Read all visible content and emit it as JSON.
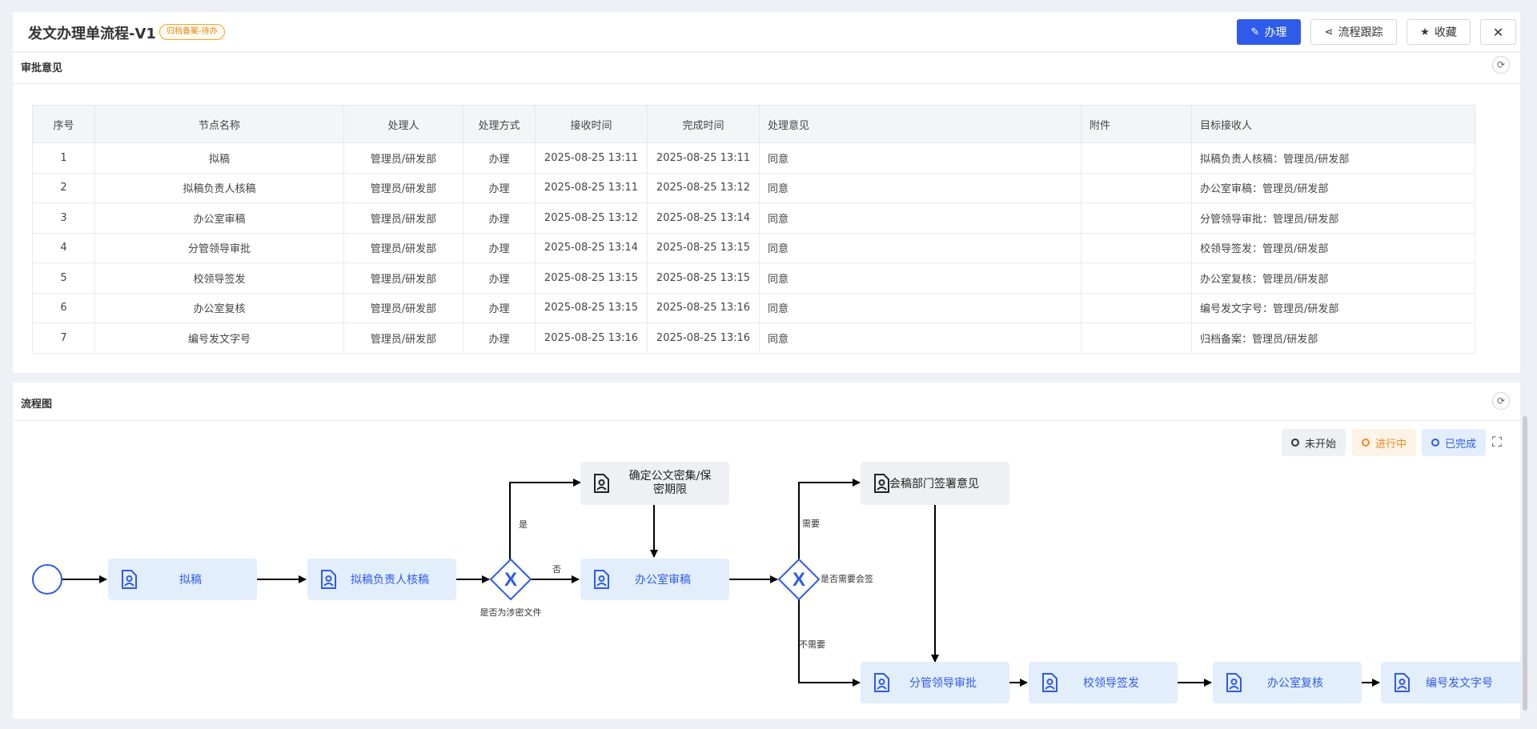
{
  "header": {
    "title": "发文办理单流程-V1",
    "badge": "归档备案-待办",
    "buttons": {
      "handle": "办理",
      "track": "流程跟踪",
      "favorite": "收藏",
      "close_icon": "close-icon"
    }
  },
  "approval": {
    "title": "审批意见",
    "columns": [
      "序号",
      "节点名称",
      "处理人",
      "处理方式",
      "接收时间",
      "完成时间",
      "处理意见",
      "附件",
      "目标接收人"
    ],
    "rows": [
      [
        "1",
        "拟稿",
        "管理员/研发部",
        "办理",
        "2025-08-25 13:11",
        "2025-08-25 13:11",
        "同意",
        "",
        "拟稿负责人核稿：管理员/研发部"
      ],
      [
        "2",
        "拟稿负责人核稿",
        "管理员/研发部",
        "办理",
        "2025-08-25 13:11",
        "2025-08-25 13:12",
        "同意",
        "",
        "办公室审稿：管理员/研发部"
      ],
      [
        "3",
        "办公室审稿",
        "管理员/研发部",
        "办理",
        "2025-08-25 13:12",
        "2025-08-25 13:14",
        "同意",
        "",
        "分管领导审批：管理员/研发部"
      ],
      [
        "4",
        "分管领导审批",
        "管理员/研发部",
        "办理",
        "2025-08-25 13:14",
        "2025-08-25 13:15",
        "同意",
        "",
        "校领导签发：管理员/研发部"
      ],
      [
        "5",
        "校领导签发",
        "管理员/研发部",
        "办理",
        "2025-08-25 13:15",
        "2025-08-25 13:15",
        "同意",
        "",
        "办公室复核：管理员/研发部"
      ],
      [
        "6",
        "办公室复核",
        "管理员/研发部",
        "办理",
        "2025-08-25 13:15",
        "2025-08-25 13:16",
        "同意",
        "",
        "编号发文字号：管理员/研发部"
      ],
      [
        "7",
        "编号发文字号",
        "管理员/研发部",
        "办理",
        "2025-08-25 13:16",
        "2025-08-25 13:16",
        "同意",
        "",
        "归档备案：管理员/研发部"
      ]
    ]
  },
  "flow": {
    "title": "流程图",
    "legend": {
      "not_started": "未开始",
      "in_progress": "进行中",
      "completed": "已完成"
    },
    "nodes": {
      "draft": "拟稿",
      "review": "拟稿负责人核稿",
      "secret": "确定公文密集/保密期限",
      "office_review": "办公室审稿",
      "countersign": "会稿部门签署意见",
      "leader": "分管领导审批",
      "school_leader": "校领导签发",
      "office_recheck": "办公室复核",
      "number": "编号发文字号"
    },
    "gateways": {
      "g1": "是否为涉密文件",
      "g2": "是否需要会签"
    },
    "edge_labels": {
      "yes": "是",
      "no": "否",
      "need": "需要",
      "no_need": "不需要"
    }
  },
  "colors": {
    "primary": "#2f5bea",
    "badge": "#f5a623",
    "completed_fill": "#e3eefc",
    "pending_fill": "#eef0f3"
  }
}
